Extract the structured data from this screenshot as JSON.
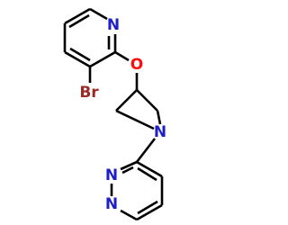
{
  "colors": {
    "bond": "#000000",
    "N": "#1f1fc8",
    "O": "#ff0d0d",
    "Br": "#9b2a26",
    "background": "#ffffff"
  },
  "atoms": {
    "n_pyridine": "N",
    "o_ether": "O",
    "br": "Br",
    "n_azetidine": "N",
    "n_pyridazine_1": "N",
    "n_pyridazine_2": "N"
  }
}
